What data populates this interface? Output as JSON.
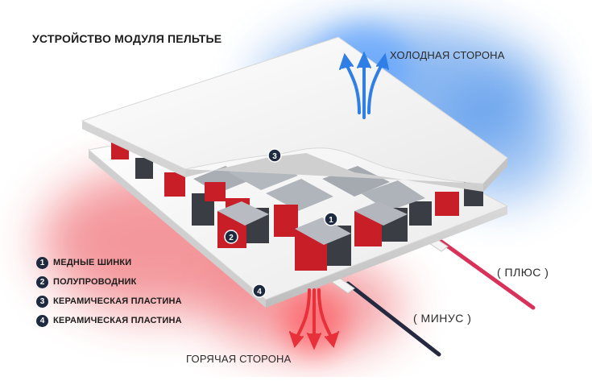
{
  "title": "УСТРОЙСТВО МОДУЛЯ ПЕЛЬТЬЕ",
  "labels": {
    "cold_side": "ХОЛОДНАЯ СТОРОНА",
    "hot_side": "ГОРЯЧАЯ СТОРОНА",
    "plus": "( ПЛЮС )",
    "minus": "( МИНУС )"
  },
  "legend": [
    {
      "num": "1",
      "text": "МЕДНЫЕ ШИНКИ"
    },
    {
      "num": "2",
      "text": "ПОЛУПРОВОДНИК"
    },
    {
      "num": "3",
      "text": "КЕРАМИЧЕСКАЯ ПЛАСТИНА"
    },
    {
      "num": "4",
      "text": "КЕРАМИЧЕСКАЯ ПЛАСТИНА"
    }
  ],
  "markers": [
    "1",
    "2",
    "3",
    "4"
  ],
  "colors": {
    "cold": "#2f7fe6",
    "hot": "#e8303a",
    "ceramic": "#f1f1f1",
    "copper": "#9da3ab",
    "semiconductor_p": "#c81e28",
    "semiconductor_n": "#3a3d44",
    "wire_plus": "#d8325a",
    "wire_minus": "#262a40",
    "marker": "#1d2a40"
  }
}
